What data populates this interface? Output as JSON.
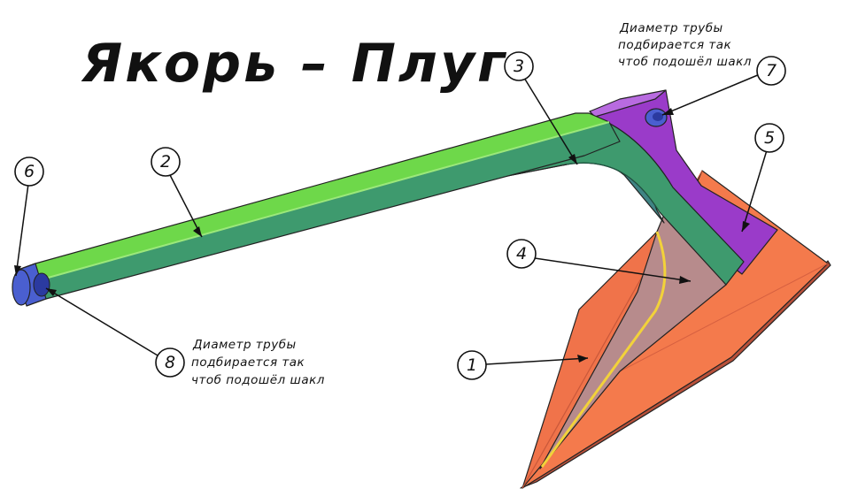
{
  "title": "Якорь – Плуг",
  "notes": {
    "top": [
      "Диаметр трубы",
      "подбирается так",
      "чтоб подошёл шакл"
    ],
    "bottom": [
      "Диаметр трубы",
      "подбирается так",
      "чтоб подошёл шакл"
    ]
  },
  "callouts": [
    "1",
    "2",
    "3",
    "4",
    "5",
    "6",
    "7",
    "8"
  ],
  "colors": {
    "fluke_orange": "#f47a4c",
    "shank_green": "#6ed84a",
    "shank_dark_green": "#3e9a6e",
    "brace_teal": "#3f8484",
    "plate_pink": "#b78b8c",
    "head_purple": "#9a3bc9",
    "tube_blue": "#4a5fd0",
    "weld_yellow": "#f2d23a"
  }
}
